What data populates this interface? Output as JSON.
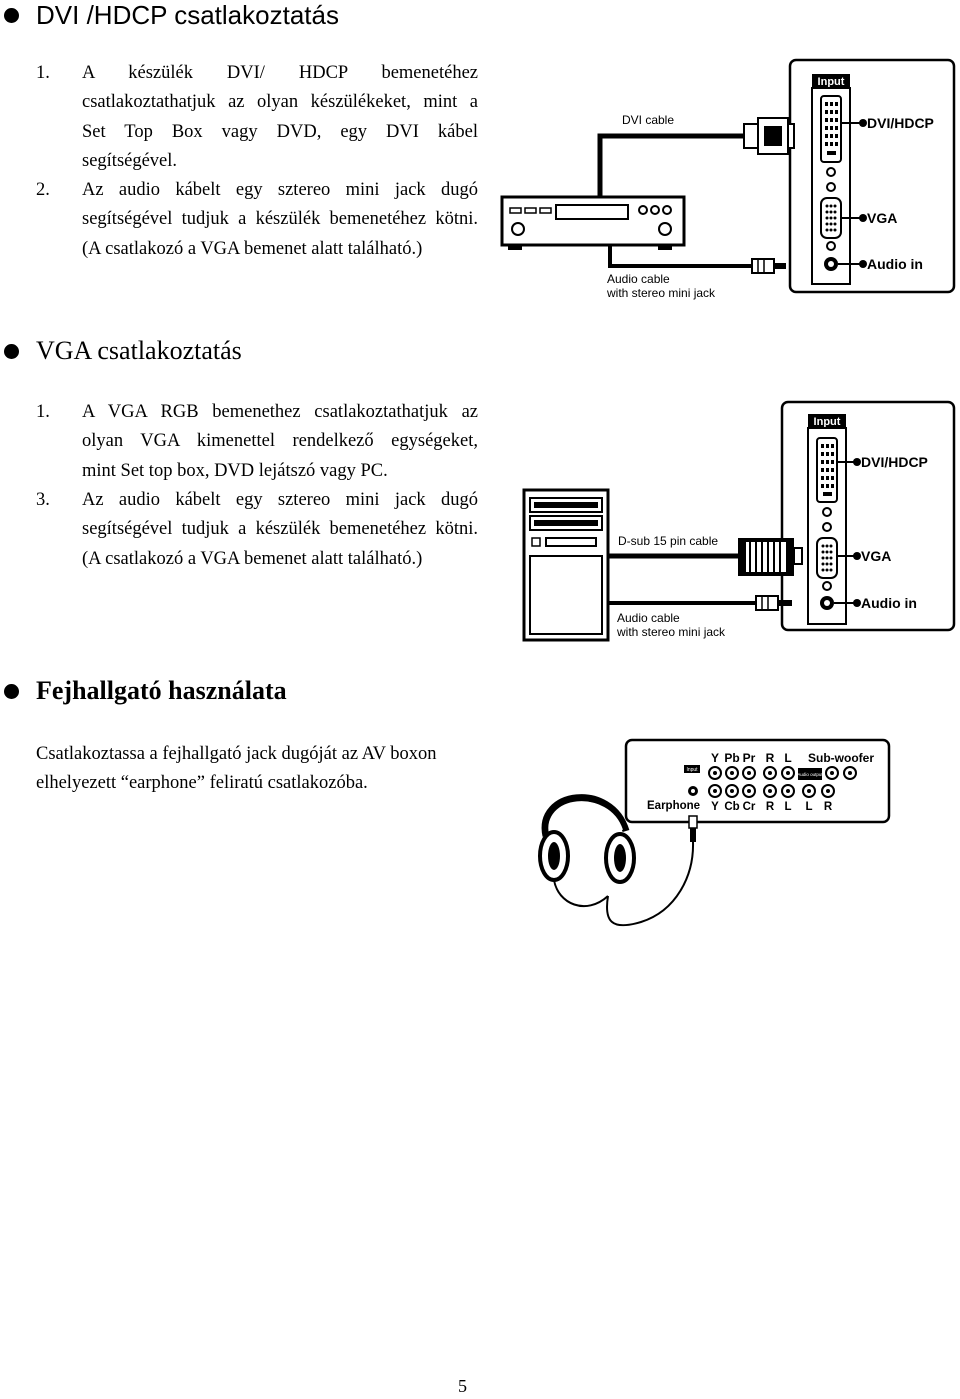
{
  "section1": {
    "title": "DVI /HDCP csatlakoztatás",
    "items": [
      {
        "num": "1.",
        "lines": [
          "A készülék DVI/ HDCP bemenetéhez",
          "csatlakoztathatjuk az olyan készülékeket, mint a",
          "Set Top Box vagy DVD, egy DVI kábel",
          "segítségével."
        ]
      },
      {
        "num": "2.",
        "lines": [
          "Az audio kábelt egy sztereo mini jack dugó",
          "segítségével tudjuk a készülék bemenetéhez kötni.",
          "(A csatlakozó a VGA bemenet alatt található.)"
        ]
      }
    ],
    "diagram": {
      "panel_title": "Input",
      "dvi_label": "DVI/HDCP",
      "vga_label": "VGA",
      "audio_label": "Audio in",
      "cable_label": "DVI cable",
      "audio_cable_line1": "Audio cable",
      "audio_cable_line2": "with stereo mini jack"
    }
  },
  "section2": {
    "title": "VGA csatlakoztatás",
    "items": [
      {
        "num": "1.",
        "lines": [
          "A VGA RGB bemenethez csatlakoztathatjuk az",
          "olyan VGA kimenettel rendelkező egységeket,",
          "mint Set top box, DVD lejátszó vagy PC."
        ]
      },
      {
        "num": "3.",
        "lines": [
          "Az audio kábelt egy sztereo mini jack dugó",
          "segítségével tudjuk a készülék bemenetéhez kötni.",
          "(A csatlakozó a VGA bemenet alatt található.)"
        ]
      }
    ],
    "diagram": {
      "panel_title": "Input",
      "dvi_label": "DVI/HDCP",
      "vga_label": "VGA",
      "audio_label": "Audio in",
      "cable_label": "D-sub 15 pin cable",
      "audio_cable_line1": "Audio cable",
      "audio_cable_line2": "with stereo mini jack"
    }
  },
  "section3": {
    "title": "Fejhallgató használata",
    "lines": [
      "Csatlakoztassa a fejhallgató jack dugóját az AV boxon",
      "elhelyezett “earphone” feliratú csatlakozóba."
    ],
    "diagram": {
      "top_labels": [
        "Y",
        "Pb",
        "Pr",
        "R",
        "L",
        "Sub-woofer"
      ],
      "bottom_labels": [
        "Y",
        "Cb",
        "Cr",
        "R",
        "L",
        "L",
        "R"
      ],
      "earphone_label": "Earphone",
      "input_tag": "Input",
      "audio_output_tag": "Audio output"
    }
  },
  "page_number": "5"
}
